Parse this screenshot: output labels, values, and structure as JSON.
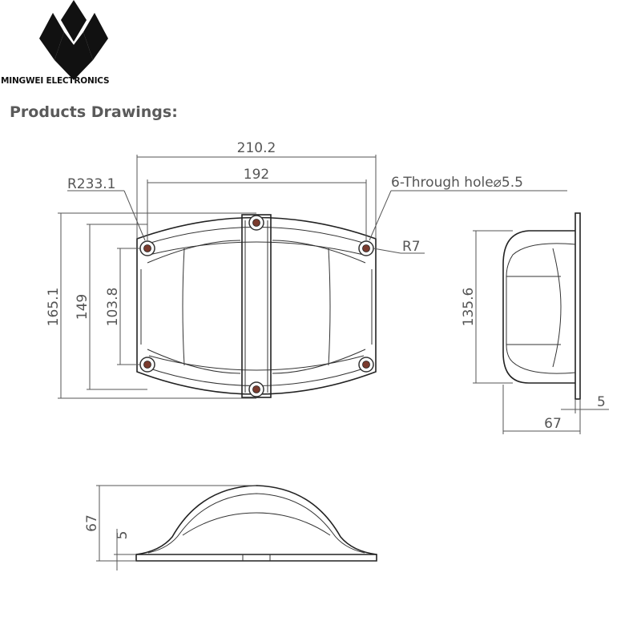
{
  "header": {
    "brand_name": "MINGWEI ELECTRONICS",
    "section_title": "Products Drawings:"
  },
  "icons": {
    "logo": "mingwei-m-logo"
  },
  "colors": {
    "title_gray": "#5a5a5a",
    "line": "#222222",
    "dimension_text": "#555555",
    "hole_fill": "#7a3b2e"
  },
  "front_view": {
    "overall_width": "210.2",
    "hole_spacing_width": "192",
    "outer_radius": "R233.1",
    "holes_note": "6-Through hole⌀5.5",
    "corner_radius": "R7",
    "overall_height": "165.1",
    "body_height": "149",
    "mouth_height": "103.8"
  },
  "side_view": {
    "height": "135.6",
    "flange_thickness": "5",
    "depth": "67"
  },
  "bottom_view": {
    "height": "67",
    "flange_thickness": "5"
  }
}
